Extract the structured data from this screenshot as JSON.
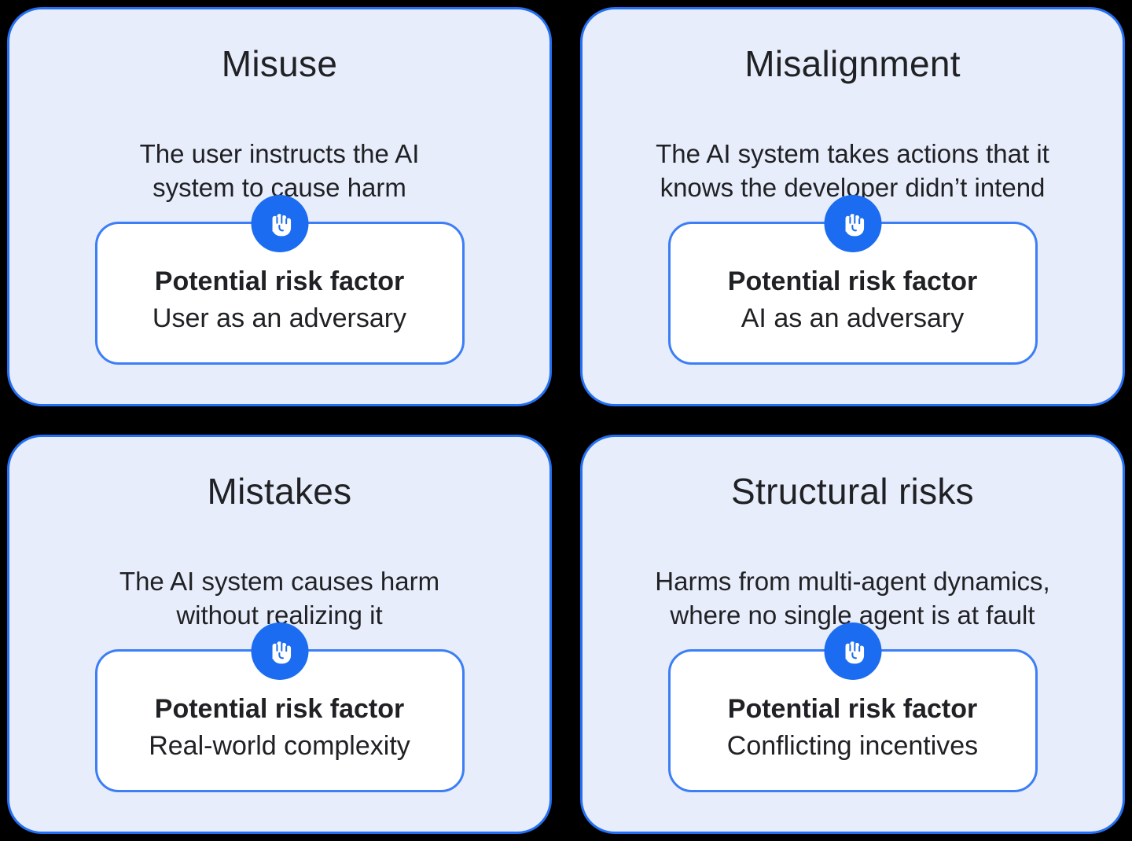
{
  "colors": {
    "background": "#000000",
    "card_bg": "#e8edfb",
    "card_border": "#2470f3",
    "box_border": "#3c7ef6",
    "icon_circle": "#1b6cf0",
    "text_dark": "#1f2124"
  },
  "risk_label": "Potential risk factor",
  "cards": [
    {
      "title": "Misuse",
      "desc_lines": [
        "The user instructs the AI",
        "system to cause harm"
      ],
      "risk_factor": "User as an adversary",
      "icon": "hand-icon"
    },
    {
      "title": "Misalignment",
      "desc_lines": [
        "The AI system takes actions that it",
        "knows the developer didn’t intend"
      ],
      "risk_factor": "AI as an adversary",
      "icon": "hand-icon"
    },
    {
      "title": "Mistakes",
      "desc_lines": [
        "The AI system causes harm",
        "without realizing it"
      ],
      "risk_factor": "Real-world complexity",
      "icon": "hand-icon"
    },
    {
      "title": "Structural risks",
      "desc_lines": [
        "Harms from multi-agent dynamics,",
        "where no single agent is at fault"
      ],
      "risk_factor": "Conflicting incentives",
      "icon": "hand-icon"
    }
  ]
}
